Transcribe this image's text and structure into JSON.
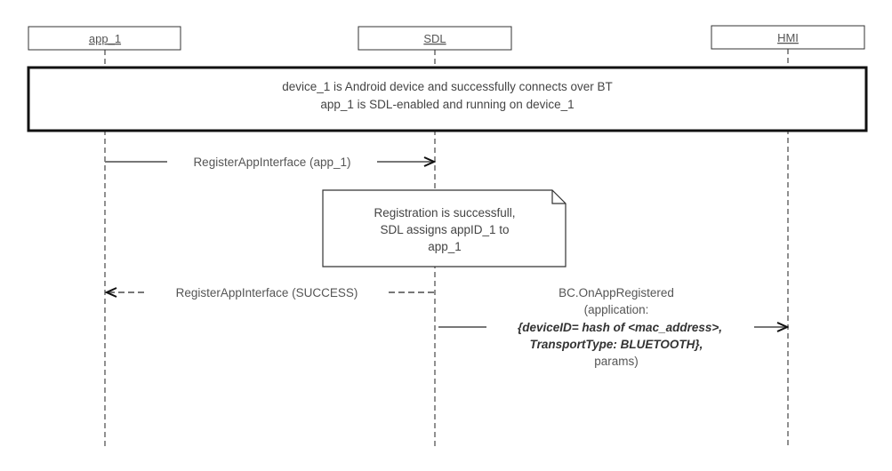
{
  "diagram": {
    "type": "sequence",
    "participants": [
      {
        "id": "app_1",
        "label": "app_1"
      },
      {
        "id": "SDL",
        "label": "SDL"
      },
      {
        "id": "HMI",
        "label": "HMI"
      }
    ],
    "precondition_frame": {
      "lines": [
        "device_1 is Android device and successfully connects over BT",
        "app_1 is SDL-enabled and running on device_1"
      ]
    },
    "messages": [
      {
        "from": "app_1",
        "to": "SDL",
        "style": "solid",
        "label": "RegisterAppInterface (app_1)"
      },
      {
        "from": "SDL",
        "to": "app_1",
        "style": "dashed",
        "label": "RegisterAppInterface (SUCCESS)"
      },
      {
        "from": "SDL",
        "to": "HMI",
        "style": "solid",
        "label_lines": [
          {
            "text": "BC.OnAppRegistered",
            "emphasis": false
          },
          {
            "text": "(application:",
            "emphasis": false
          },
          {
            "text": "{deviceID= hash of <mac_address>,",
            "emphasis": true
          },
          {
            "text": "TransportType: BLUETOOTH},",
            "emphasis": true
          },
          {
            "text": "params)",
            "emphasis": false
          }
        ]
      }
    ],
    "note": {
      "over": "SDL",
      "lines": [
        "Registration is successfull,",
        "SDL assigns appID_1 to",
        "app_1"
      ]
    }
  }
}
